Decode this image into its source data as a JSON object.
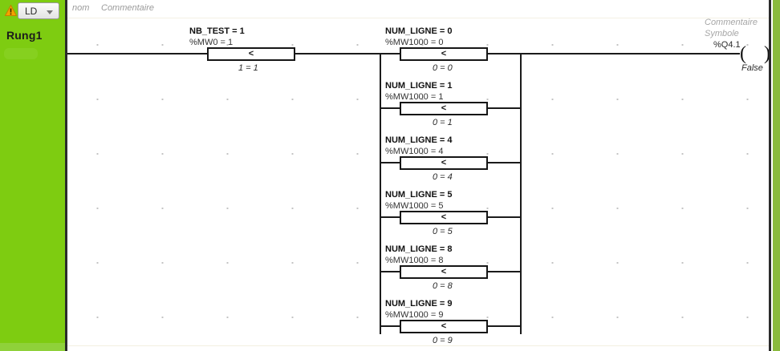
{
  "sidebar": {
    "warning_icon": "warning-triangle-icon",
    "language_selector": {
      "value": "LD",
      "caret_icon": "chevron-down-icon"
    },
    "rung_label": "Rung1",
    "green_color": "#7ECC11"
  },
  "header": {
    "col_name": "nom",
    "col_comment": "Commentaire"
  },
  "rung": {
    "main_contact": {
      "name": "NB_TEST = 1",
      "address": "%MW0 = 1",
      "operator": "<",
      "evaluation": "1 = 1"
    },
    "branches": [
      {
        "name": "NUM_LIGNE = 0",
        "address": "%MW1000 = 0",
        "operator": "<",
        "evaluation": "0 = 0"
      },
      {
        "name": "NUM_LIGNE = 1",
        "address": "%MW1000 = 1",
        "operator": "<",
        "evaluation": "0 = 1"
      },
      {
        "name": "NUM_LIGNE = 4",
        "address": "%MW1000 = 4",
        "operator": "<",
        "evaluation": "0 = 4"
      },
      {
        "name": "NUM_LIGNE = 5",
        "address": "%MW1000 = 5",
        "operator": "<",
        "evaluation": "0 = 5"
      },
      {
        "name": "NUM_LIGNE = 8",
        "address": "%MW1000 = 8",
        "operator": "<",
        "evaluation": "0 = 8"
      },
      {
        "name": "NUM_LIGNE = 9",
        "address": "%MW1000 = 9",
        "operator": "<",
        "evaluation": "0 = 9"
      }
    ],
    "output_coil": {
      "comment": "Commentaire",
      "symbol": "Symbole",
      "address": "%Q4.1",
      "state": "False",
      "open_paren": "(",
      "close_paren": ")"
    }
  }
}
